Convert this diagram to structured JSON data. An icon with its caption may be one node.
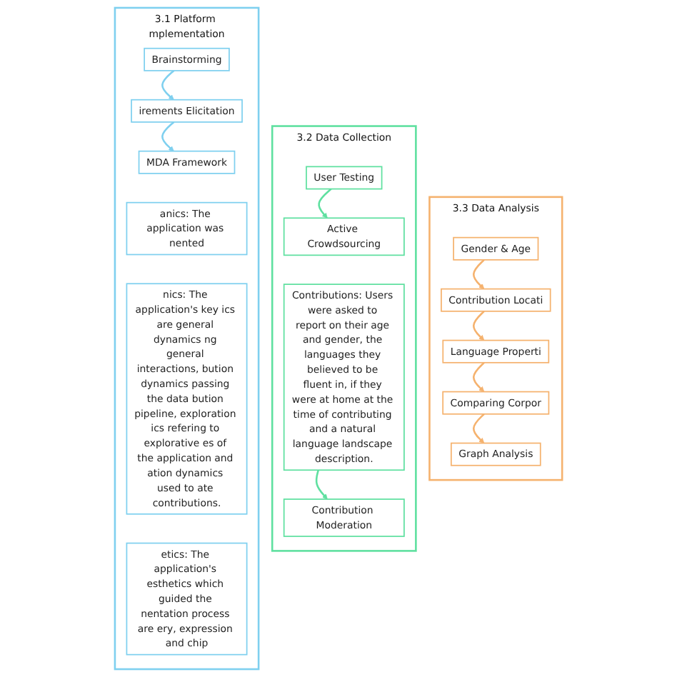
{
  "diagram": {
    "nodes": [
      {
        "text": [
          "3.1 Platform mplementation"
        ]
      },
      {
        "text": [
          "Brainstorming"
        ],
        "in": 0
      },
      {
        "text": [
          "irements Elicitation"
        ],
        "in": 0
      },
      {
        "text": [
          "MDA Framework"
        ],
        "in": 0
      },
      {
        "text": [
          "anics: The application was nented"
        ],
        "in": 0
      },
      {
        "text": [
          "nics: The application's key ics are general dynamics ng general interactions, bution dynamics passing the data bution pipeline, exploration ics refering to explorative es of the application and ation dynamics used to ate contributions."
        ],
        "in": 0
      },
      {
        "text": [
          "etics: The application's esthetics which guided the nentation process are ery, expression and chip"
        ],
        "in": 0
      },
      {
        "text": [
          "3.2 Data Collection"
        ]
      },
      {
        "text": [
          "User Testing"
        ],
        "in": 7
      },
      {
        "text": [
          "Active Crowdsourcing"
        ],
        "in": 7
      },
      {
        "text": [
          "Contributions: Users were asked to report on their age and gender, the languages they believed to be fluent in, if they were at home at the time of contributing and a natural language landscape description."
        ],
        "in": 7
      },
      {
        "text": [
          "Contribution Moderation"
        ],
        "in": 7
      },
      {
        "text": [
          "3.3 Data Analysis"
        ]
      },
      {
        "text": [
          "Gender & Age"
        ],
        "in": 12
      },
      {
        "text": [
          "Contribution Locati"
        ],
        "in": 12
      },
      {
        "text": [
          "Language Properti"
        ],
        "in": 12
      },
      {
        "text": [
          "Comparing Corpor"
        ],
        "in": 12
      },
      {
        "text": [
          "Graph Analysis"
        ],
        "in": 12
      }
    ],
    "edges": [
      {
        "from": 1,
        "to": 2,
        "arrow": "to",
        "color": "#7fd0ef"
      },
      {
        "from": 2,
        "to": 3,
        "arrow": "to",
        "color": "#7fd0ef"
      },
      {
        "from": 8,
        "to": 9,
        "arrow": "to",
        "color": "#5fe0a0"
      },
      {
        "from": 10,
        "to": 11,
        "arrow": "to",
        "color": "#5fe0a0"
      },
      {
        "from": 13,
        "to": 14,
        "arrow": "to",
        "color": "#f5b26e"
      },
      {
        "from": 14,
        "to": 15,
        "arrow": "to",
        "color": "#f5b26e"
      },
      {
        "from": 15,
        "to": 16,
        "arrow": "to",
        "color": "#f5b26e"
      },
      {
        "from": 16,
        "to": 17,
        "arrow": "to",
        "color": "#f5b26e"
      }
    ]
  }
}
